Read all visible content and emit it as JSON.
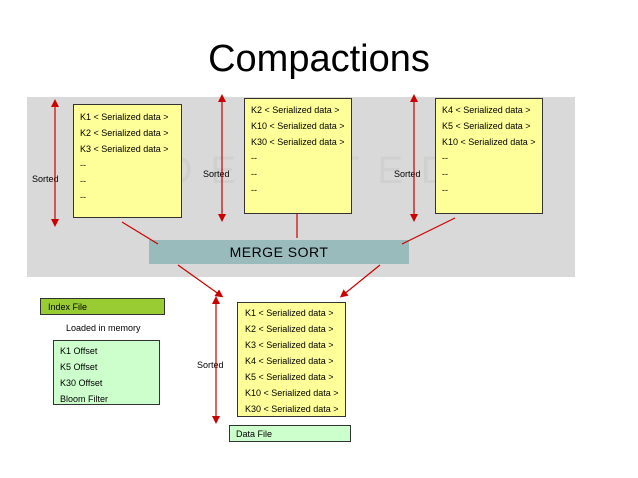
{
  "slide": {
    "title": "Compactions",
    "watermark": "DELETED"
  },
  "inputs": [
    {
      "lines": [
        "K1 < Serialized data >",
        "K2 < Serialized data >",
        "K3 < Serialized data >",
        "--",
        "--",
        "--"
      ],
      "side_label": "Sorted"
    },
    {
      "lines": [
        "K2 < Serialized data >",
        "K10 < Serialized data >",
        "K30 < Serialized data >",
        "--",
        "--",
        "--"
      ],
      "side_label": "Sorted"
    },
    {
      "lines": [
        "K4 < Serialized data >",
        "K5 < Serialized data >",
        "K10 < Serialized data >",
        "--",
        "--",
        "--"
      ],
      "side_label": "Sorted"
    }
  ],
  "merge": {
    "label": "MERGE  SORT"
  },
  "index": {
    "header": "Index File",
    "note": "Loaded in memory",
    "lines": [
      "K1   Offset",
      "K5  Offset",
      "K30  Offset",
      "Bloom Filter"
    ]
  },
  "output": {
    "side_label": "Sorted",
    "lines": [
      "K1 < Serialized data >",
      "K2 < Serialized data >",
      "K3 < Serialized data >",
      "K4 < Serialized data >",
      "K5 < Serialized data >",
      "K10 < Serialized data >",
      "K30 < Serialized data >"
    ],
    "footer": "Data File"
  },
  "colors": {
    "band": "#d9d9d9",
    "box_yellow": "#ffff99",
    "box_green": "#ccffcc",
    "index_header": "#99cc33",
    "merge_bar": "#99bbbb",
    "arrow": "#cc0000"
  }
}
